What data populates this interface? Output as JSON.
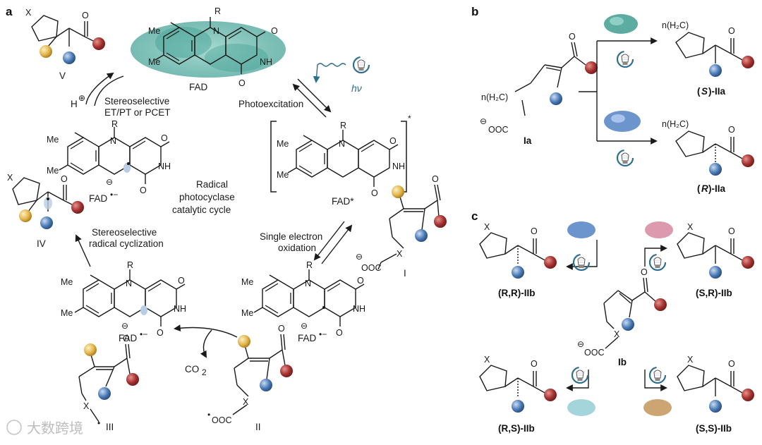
{
  "panels": {
    "a": "a",
    "b": "b",
    "c": "c"
  },
  "panel_a": {
    "cofactor_label": "FAD",
    "excited_label": "FAD*",
    "semiquinone_label": "FAD",
    "step_photoexcitation": "Photoexcitation",
    "step_set_line1": "Stereoselective",
    "step_set_line2": "ET/PT or PCET",
    "step_seo_line1": "Single electron",
    "step_seo_line2": "oxidation",
    "step_cyc_line1": "Stereoselective",
    "step_cyc_line2": "radical cyclization",
    "center_line1": "Radical",
    "center_line2": "photocyclase",
    "center_line3": "catalytic cycle",
    "proton": "H",
    "co2": "CO",
    "hv": "hν",
    "compounds": {
      "I": "I",
      "II": "II",
      "III": "III",
      "IV": "IV",
      "V": "V"
    },
    "atoms": {
      "me": "Me",
      "r": "R",
      "x": "X",
      "n": "N",
      "nh": "NH",
      "o": "O"
    }
  },
  "panel_b": {
    "substrate": "Ia",
    "product_s_config": "S",
    "product_r_config": "R",
    "product_suffix": "-IIa",
    "chain": "n(H₂C)",
    "coo": "OOC"
  },
  "panel_c": {
    "substrate": "Ib",
    "rr": "(R,R)-IIb",
    "sr": "(S,R)-IIb",
    "rs": "(R,S)-IIb",
    "ss": "(S,S)-IIb",
    "x": "X",
    "coo": "OOC"
  },
  "watermark": "大数跨境",
  "colors": {
    "red_ball": "#a3312f",
    "blue_ball": "#4a7bb7",
    "yellow_ball": "#e3b54a",
    "enzyme_teal": "#3f9e92",
    "enzyme_blue": "#5d89c8",
    "enzyme_pink": "#d98fa6",
    "enzyme_cyan": "#9fd3d8",
    "enzyme_tan": "#c9a06a",
    "hv_blue": "#2e6f8e"
  }
}
